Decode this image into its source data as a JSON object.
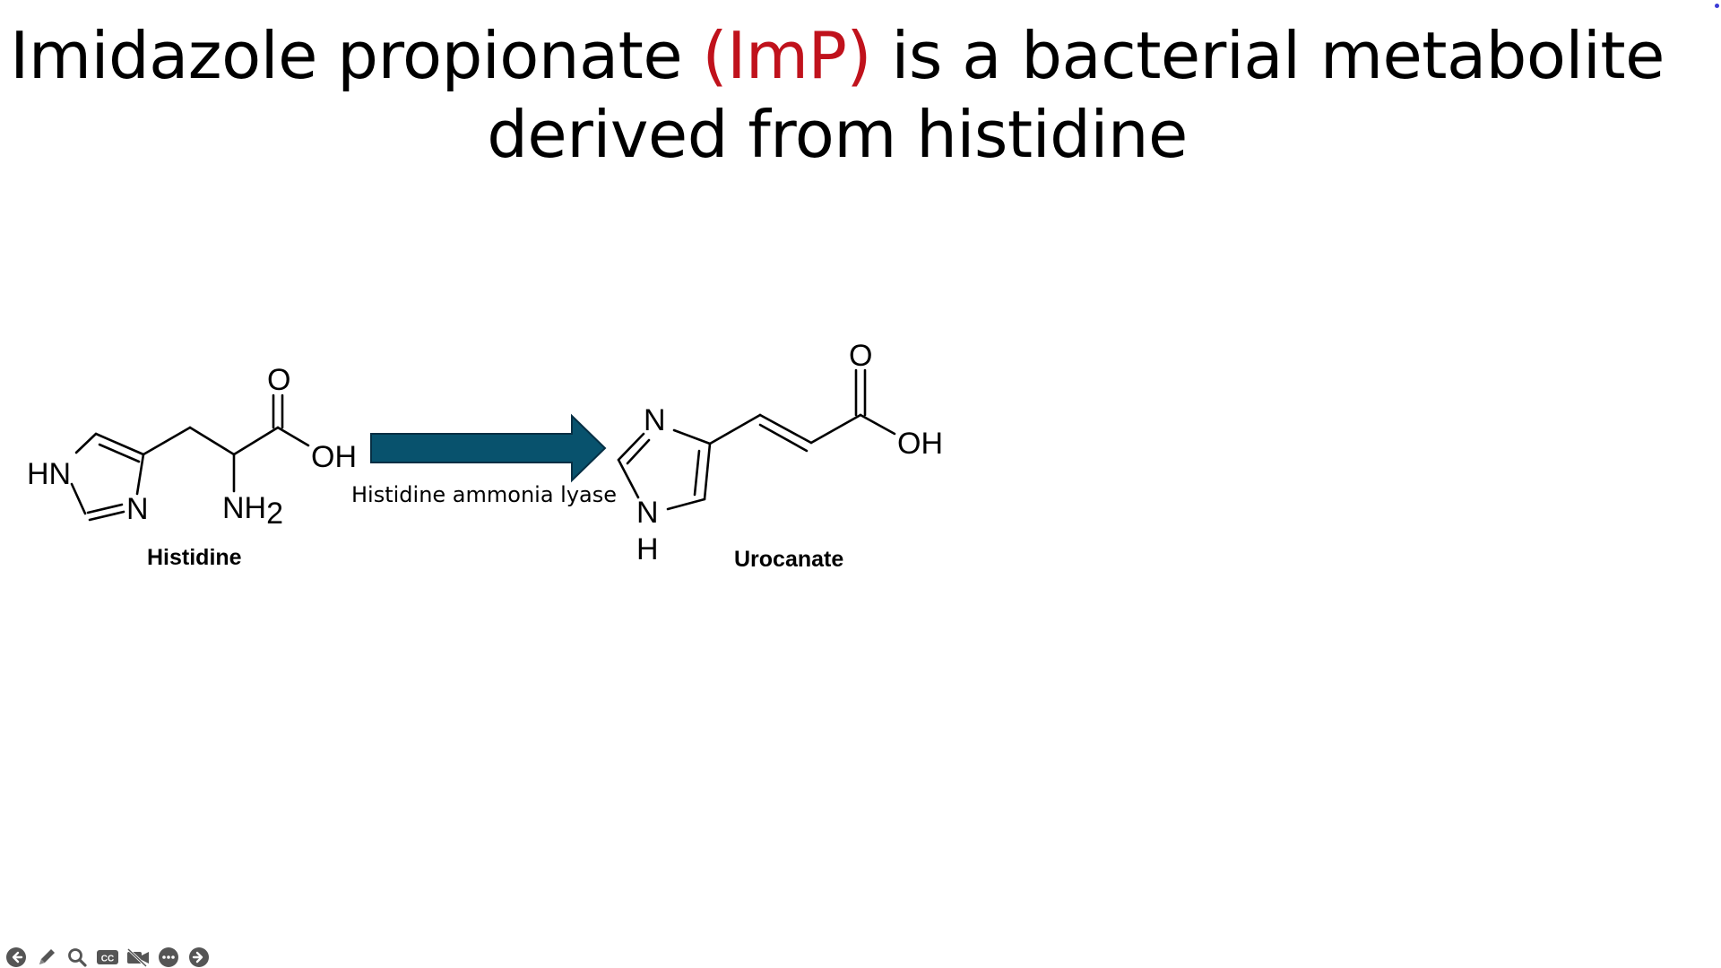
{
  "slide": {
    "title_line1_pre": "Imidazole propionate ",
    "title_line1_accent": "(ImP)",
    "title_line1_post": " is a bacterial metabolite",
    "title_line2": "derived from histidine",
    "accent_color": "#c0121c"
  },
  "reaction": {
    "substrate_name": "Histidine",
    "product_name": "Urocanate",
    "enzyme": "Histidine ammonia lyase",
    "arrow_color": "#08526d"
  },
  "histidine_atoms": {
    "o": "O",
    "oh": "OH",
    "hn": "HN",
    "n": "N",
    "nh2_main": "NH",
    "nh2_sub": "2"
  },
  "urocanate_atoms": {
    "o": "O",
    "oh": "OH",
    "n_top": "N",
    "n_bottom": "N",
    "h": "H"
  },
  "toolbar": {
    "icons": [
      "back-arrow-icon",
      "pen-icon",
      "zoom-icon",
      "closed-captions-icon",
      "camera-off-icon",
      "more-options-icon",
      "forward-arrow-icon"
    ],
    "cc_label": "CC"
  }
}
